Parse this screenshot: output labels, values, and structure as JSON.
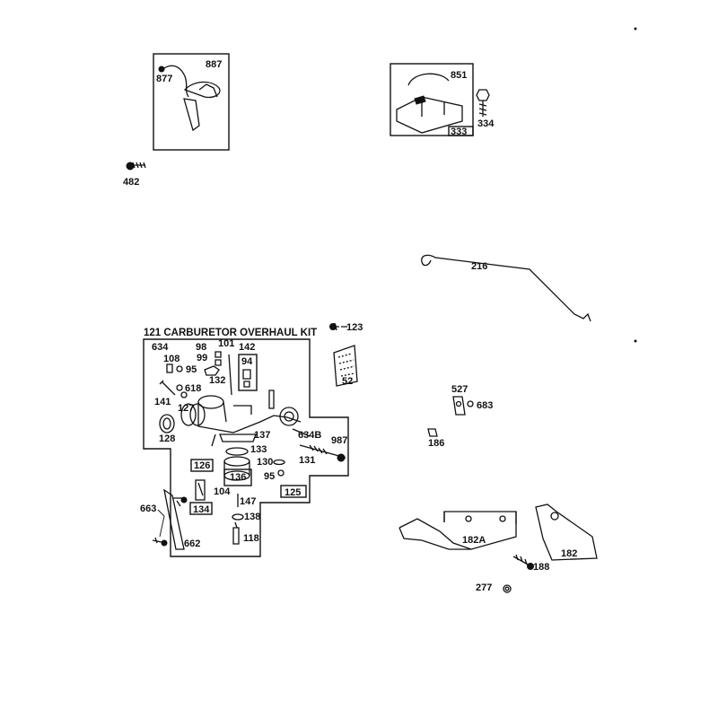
{
  "diagram": {
    "kit_title": "121 CARBURETOR OVERHAUL KIT",
    "labels": {
      "p887": "887",
      "p877": "877",
      "p482": "482",
      "p851": "851",
      "p334": "334",
      "p333": "333",
      "p216": "216",
      "p123": "123",
      "p634": "634",
      "p98": "98",
      "p101": "101",
      "p142": "142",
      "p108": "108",
      "p95a": "95",
      "p99": "99",
      "p94": "94",
      "p132": "132",
      "p52": "52",
      "p618": "618",
      "p141": "141",
      "p127": "127",
      "p137": "137",
      "p128": "128",
      "p634b": "634B",
      "p987": "987",
      "p133": "133",
      "p126": "126",
      "p130": "130",
      "p131": "131",
      "p136": "136",
      "p95b": "95",
      "p125": "125",
      "p104": "104",
      "p147": "147",
      "p134": "134",
      "p663": "663",
      "p138": "138",
      "p118": "118",
      "p662": "662",
      "p527": "527",
      "p683": "683",
      "p186": "186",
      "p182a": "182A",
      "p182": "182",
      "p188": "188",
      "p277": "277"
    }
  }
}
